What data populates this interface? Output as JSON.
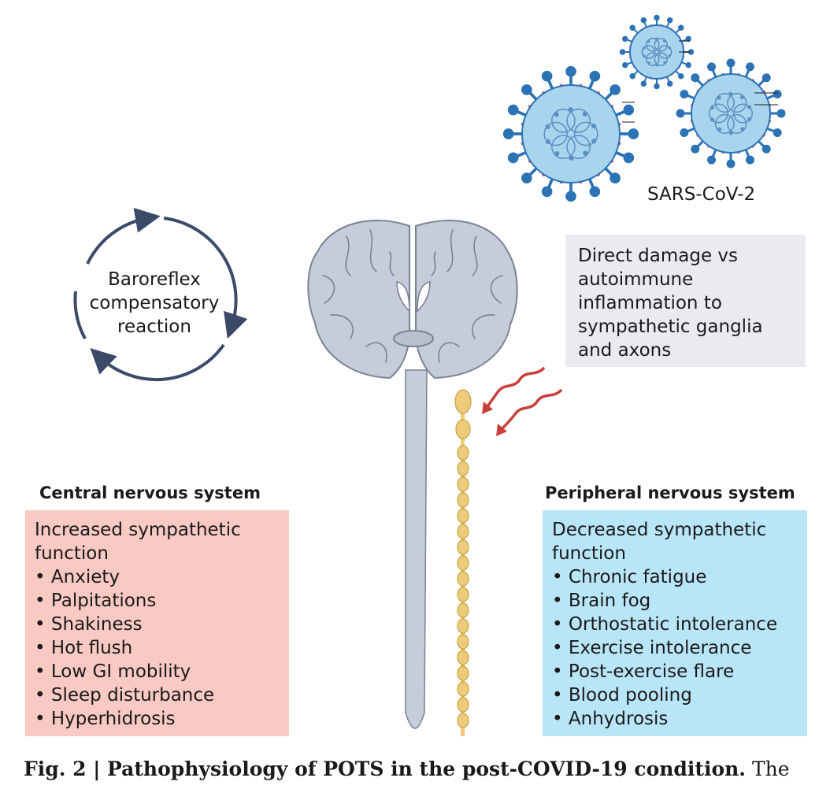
{
  "virus": {
    "label": "SARS-CoV-2"
  },
  "damage_box": {
    "lines": [
      "Direct damage vs",
      "autoimmune",
      "inflammation to",
      "sympathetic ganglia",
      "and axons"
    ]
  },
  "baroreflex": {
    "lines": [
      "Baroreflex",
      "compensatory",
      "reaction"
    ]
  },
  "cns": {
    "heading": "Central nervous system",
    "lead": [
      "Increased sympathetic",
      "function"
    ],
    "items": [
      "Anxiety",
      "Palpitations",
      "Shakiness",
      "Hot flush",
      "Low GI mobility",
      "Sleep disturbance",
      "Hyperhidrosis"
    ]
  },
  "pns": {
    "heading": "Peripheral nervous system",
    "lead": [
      "Decreased sympathetic",
      "function"
    ],
    "items": [
      "Chronic fatigue",
      "Brain fog",
      "Orthostatic intolerance",
      "Exercise intolerance",
      "Post-exercise flare",
      "Blood pooling",
      "Anhydrosis"
    ]
  },
  "caption": {
    "fig_label": "Fig. 2",
    "separator": " | ",
    "title": "Pathophysiology of POTS in the post-COVID-19 condition.",
    "rest": " The"
  },
  "colors": {
    "virus_body": "#a9d4ee",
    "virus_spike": "#2b73b5",
    "brain": "#c6ccd9",
    "brain_outline": "#7a8294",
    "ganglia": "#eccc7a",
    "arrow": "#c9403d",
    "cycle": "#3b4a66",
    "cns_box": "#f9c9c3",
    "pns_box": "#b9e5f8",
    "damage_box": "#eaebf0"
  }
}
